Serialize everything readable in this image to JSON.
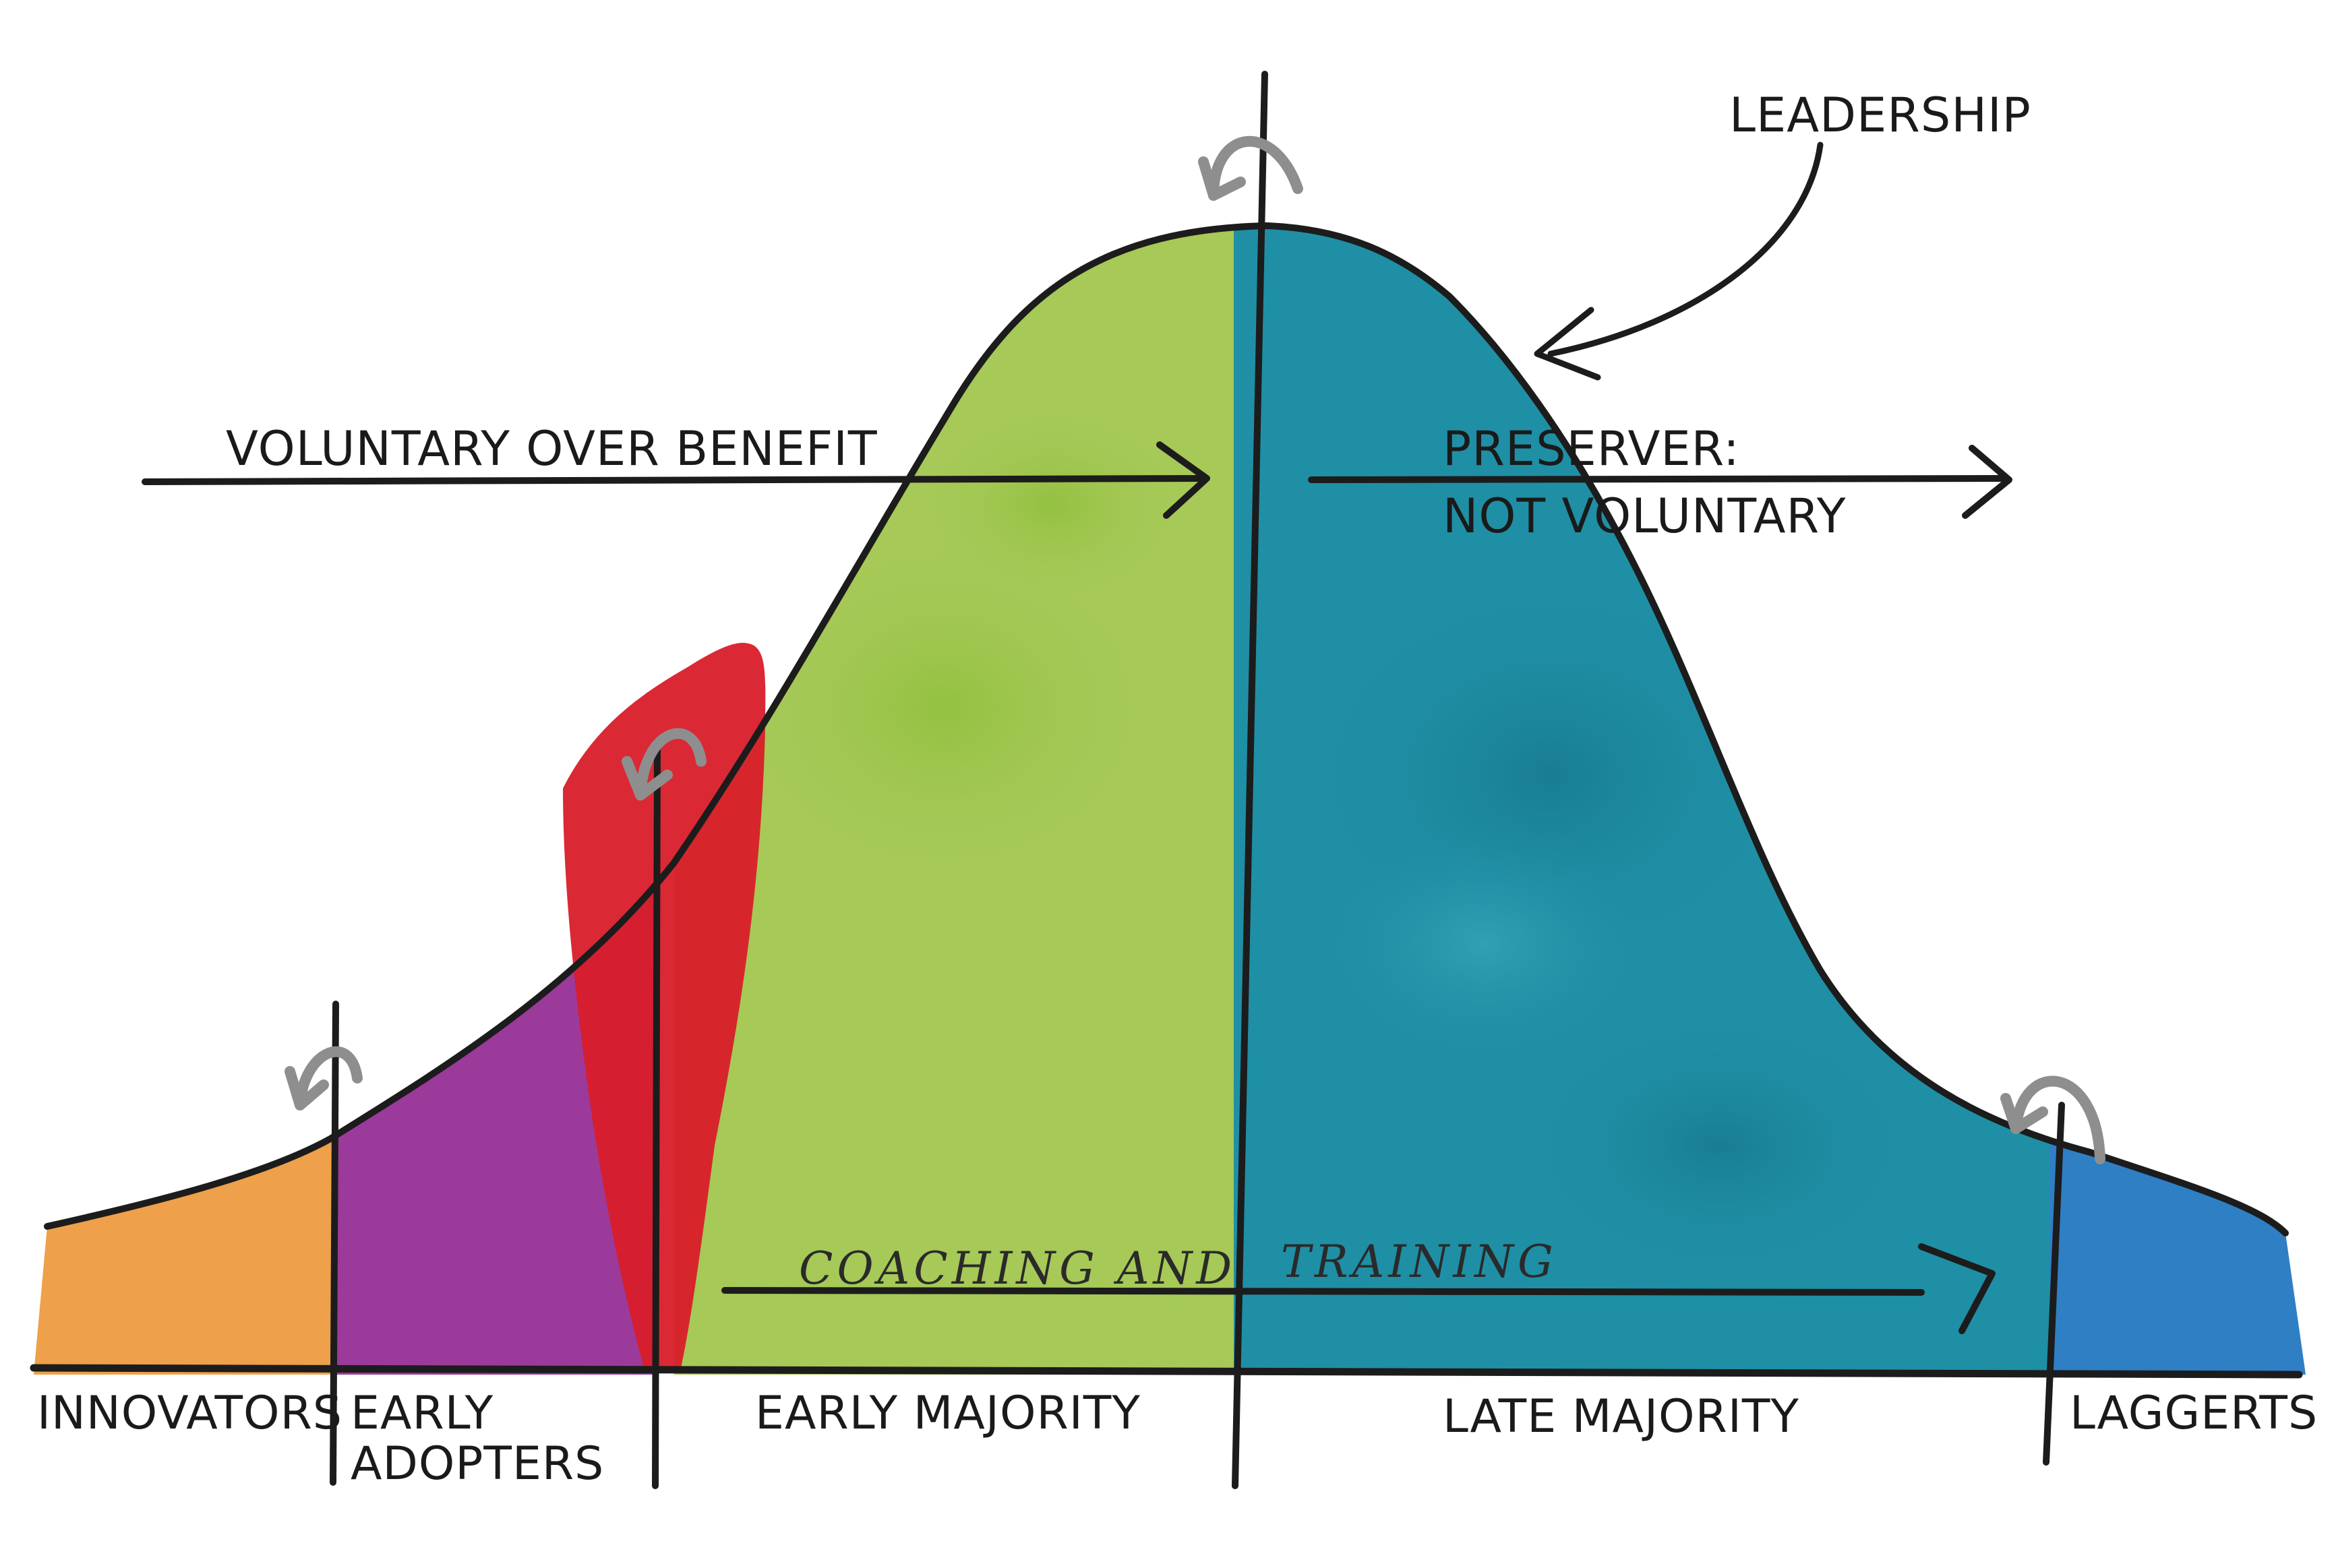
{
  "diagram": {
    "segments": [
      {
        "id": "innovators",
        "label": "INNOVATORS",
        "color": "#eea04a"
      },
      {
        "id": "early-adopters",
        "label_lines": [
          "EARLY",
          "ADOPTERS"
        ],
        "color": "#9b3a9b"
      },
      {
        "id": "chasm",
        "color": "#d81e2a"
      },
      {
        "id": "early-majority",
        "label": "EARLY MAJORITY",
        "color": "#a6c957"
      },
      {
        "id": "late-majority",
        "label": "LATE MAJORITY",
        "color": "#1f8fa5"
      },
      {
        "id": "laggerts",
        "label": "LAGGERTS",
        "color": "#2e7fc4"
      }
    ],
    "annotations": {
      "leadership": "LEADERSHIP",
      "voluntary": "VOLUNTARY OVER BENEFIT",
      "preserver_lines": [
        "PRESERVER:",
        "NOT VOLUNTARY"
      ],
      "coaching": "COACHING AND",
      "training": "TRAINING"
    },
    "colors": {
      "ink": "#1c1c1c",
      "turn_arrow": "#8e8e8e",
      "green_dark": "#8fbf3c",
      "teal_dark": "#17798f"
    }
  }
}
